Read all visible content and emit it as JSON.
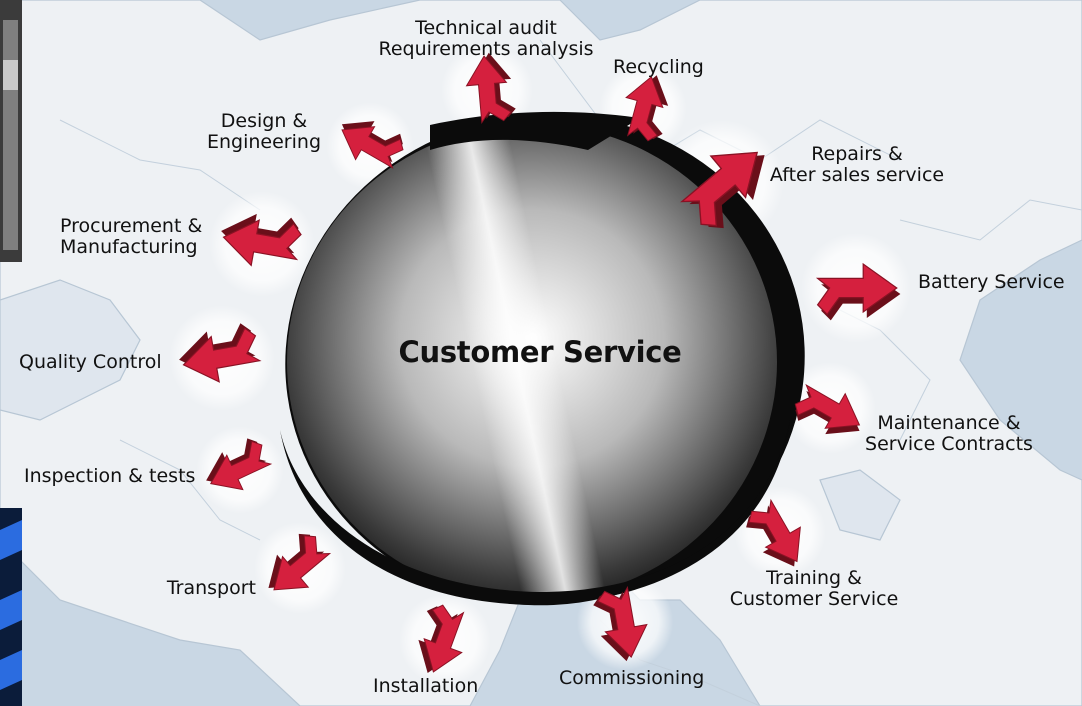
{
  "center": {
    "title": "Customer Service"
  },
  "colors": {
    "arrow": "#d5203e",
    "arrow_dark": "#6a0f1a",
    "ring": "#0b0b0b",
    "map_land": "#f4f6f8",
    "map_sea": "#c9d7e4"
  },
  "services": [
    {
      "line1": "Technical audit",
      "line2": "Requirements analysis"
    },
    {
      "line1": "Recycling",
      "line2": ""
    },
    {
      "line1": "Repairs &",
      "line2": "After sales service"
    },
    {
      "line1": "Battery Service",
      "line2": ""
    },
    {
      "line1": "Maintenance &",
      "line2": "Service Contracts"
    },
    {
      "line1": "Training &",
      "line2": "Customer Service"
    },
    {
      "line1": "Commissioning",
      "line2": ""
    },
    {
      "line1": "Installation",
      "line2": ""
    },
    {
      "line1": "Transport",
      "line2": ""
    },
    {
      "line1": "Inspection & tests",
      "line2": ""
    },
    {
      "line1": "Quality Control",
      "line2": ""
    },
    {
      "line1": "Procurement &",
      "line2": "Manufacturing"
    },
    {
      "line1": "Design &",
      "line2": "Engineering"
    }
  ]
}
